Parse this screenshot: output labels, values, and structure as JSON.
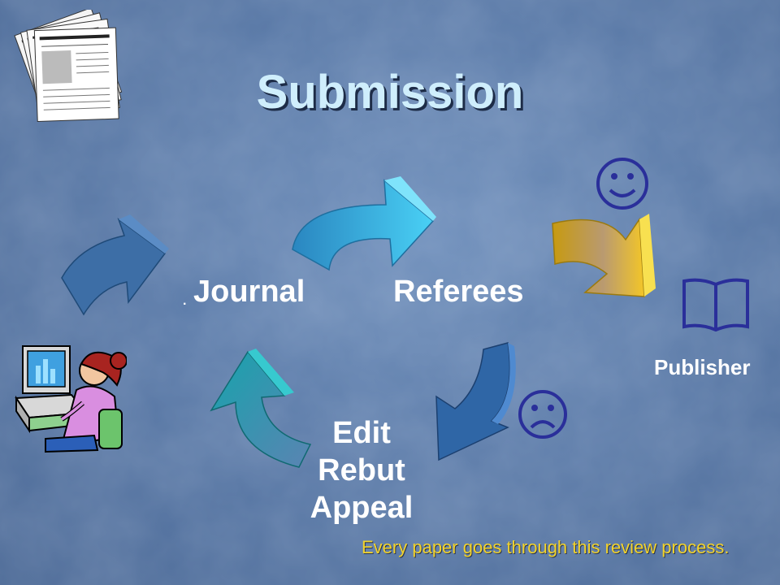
{
  "slide": {
    "title": "Submission",
    "footnote": "Every paper goes through this review process."
  },
  "cycle": {
    "dot": ".",
    "journal": "Journal",
    "referees": "Referees",
    "edit_lines": [
      "Edit",
      "Rebut",
      "Appeal"
    ],
    "publisher": "Publisher"
  },
  "icons": [
    "newspaper-stack-icon",
    "computer-user-icon",
    "smiley-face-icon",
    "frown-face-icon",
    "book-icon",
    "arrow-icon"
  ],
  "colors": {
    "background": "#5a7aa8",
    "title": "#cfeefc",
    "footnote": "#f2d32c",
    "arrow_cyan": "#35b6e8",
    "arrow_gold": "#e0b11c",
    "arrow_blue": "#2d5e98",
    "arrow_teal": "#1a9aa6",
    "face": "#2a2f9a"
  }
}
